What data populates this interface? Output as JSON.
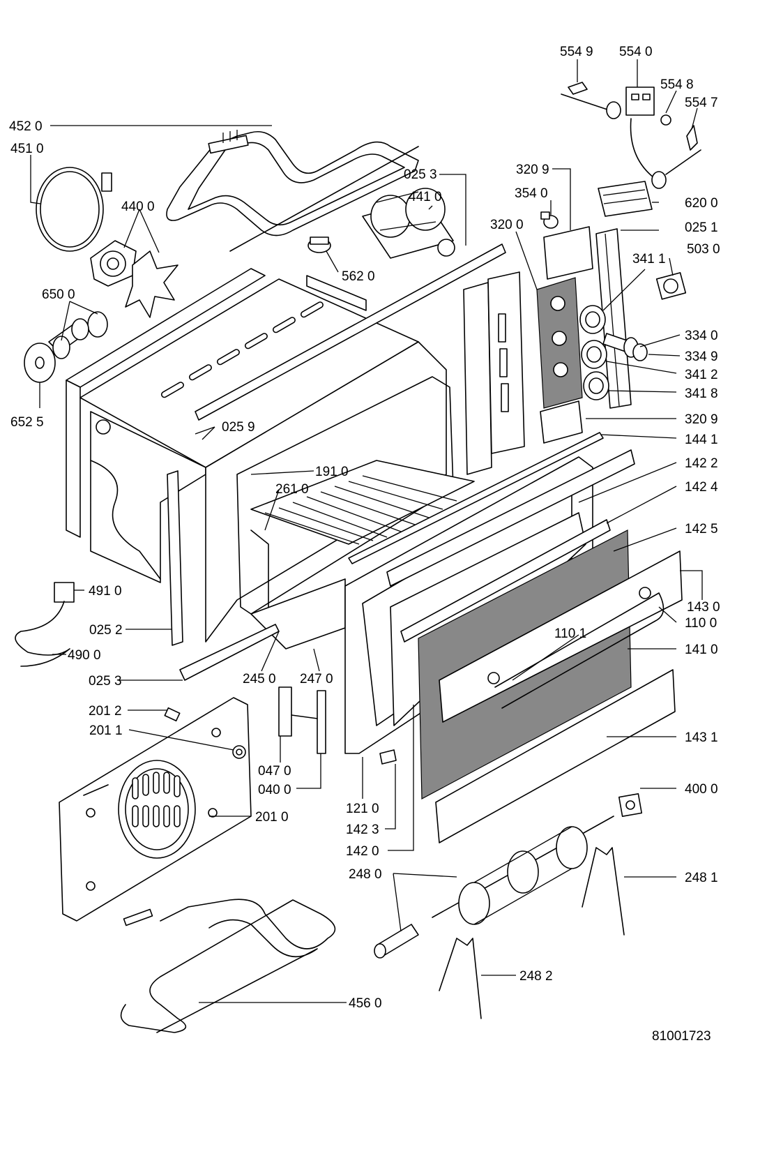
{
  "diagram": {
    "document_number": "81001723",
    "part_labels": [
      {
        "id": "l5549",
        "text": "554 9"
      },
      {
        "id": "l5540",
        "text": "554 0"
      },
      {
        "id": "l5548",
        "text": "554 8"
      },
      {
        "id": "l5547",
        "text": "554 7"
      },
      {
        "id": "l4520",
        "text": "452 0"
      },
      {
        "id": "l4510",
        "text": "451 0"
      },
      {
        "id": "l0253a",
        "text": "025 3"
      },
      {
        "id": "l3209a",
        "text": "320 9"
      },
      {
        "id": "l3540",
        "text": "354 0"
      },
      {
        "id": "l6200",
        "text": "620 0"
      },
      {
        "id": "l4400",
        "text": "440 0"
      },
      {
        "id": "l4410",
        "text": "441 0"
      },
      {
        "id": "l3200",
        "text": "320 0"
      },
      {
        "id": "l0251",
        "text": "025 1"
      },
      {
        "id": "l5030",
        "text": "503 0"
      },
      {
        "id": "l3411",
        "text": "341 1"
      },
      {
        "id": "l5620",
        "text": "562 0"
      },
      {
        "id": "l6500",
        "text": "650 0"
      },
      {
        "id": "l3340",
        "text": "334 0"
      },
      {
        "id": "l3349",
        "text": "334 9"
      },
      {
        "id": "l3412",
        "text": "341 2"
      },
      {
        "id": "l3418",
        "text": "341 8"
      },
      {
        "id": "l6525",
        "text": "652 5"
      },
      {
        "id": "l0259",
        "text": "025 9"
      },
      {
        "id": "l3209b",
        "text": "320 9"
      },
      {
        "id": "l1441",
        "text": "144 1"
      },
      {
        "id": "l1910",
        "text": "191 0"
      },
      {
        "id": "l1422",
        "text": "142 2"
      },
      {
        "id": "l2610",
        "text": "261 0"
      },
      {
        "id": "l1424",
        "text": "142 4"
      },
      {
        "id": "l1425",
        "text": "142 5"
      },
      {
        "id": "l4910",
        "text": "491 0"
      },
      {
        "id": "l1430",
        "text": "143 0"
      },
      {
        "id": "l1100",
        "text": "110 0"
      },
      {
        "id": "l0252",
        "text": "025 2"
      },
      {
        "id": "l1101",
        "text": "110 1"
      },
      {
        "id": "l1410",
        "text": "141 0"
      },
      {
        "id": "l4900",
        "text": "490 0"
      },
      {
        "id": "l2450",
        "text": "245 0"
      },
      {
        "id": "l2470",
        "text": "247 0"
      },
      {
        "id": "l0253b",
        "text": "025 3"
      },
      {
        "id": "l2012",
        "text": "201 2"
      },
      {
        "id": "l2011",
        "text": "201 1"
      },
      {
        "id": "l1431",
        "text": "143 1"
      },
      {
        "id": "l0470",
        "text": "047 0"
      },
      {
        "id": "l0400",
        "text": "040 0"
      },
      {
        "id": "l4000",
        "text": "400 0"
      },
      {
        "id": "l2010",
        "text": "201 0"
      },
      {
        "id": "l1210",
        "text": "121 0"
      },
      {
        "id": "l1423",
        "text": "142 3"
      },
      {
        "id": "l1420",
        "text": "142 0"
      },
      {
        "id": "l2480",
        "text": "248 0"
      },
      {
        "id": "l2481",
        "text": "248 1"
      },
      {
        "id": "l2482",
        "text": "248 2"
      },
      {
        "id": "l4560",
        "text": "456 0"
      }
    ]
  }
}
